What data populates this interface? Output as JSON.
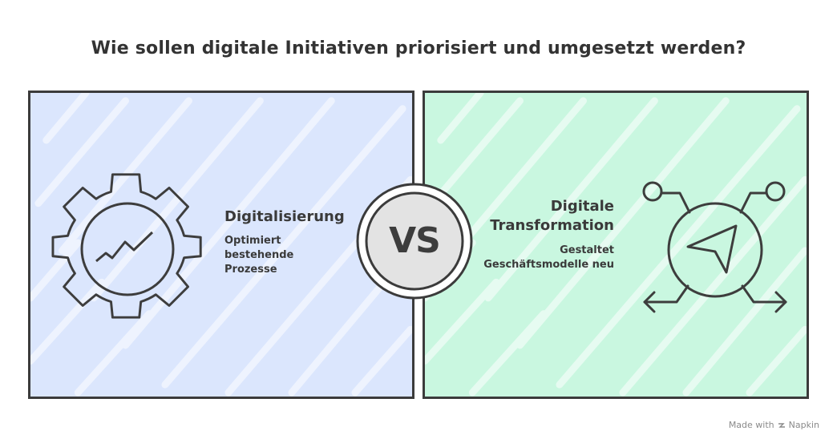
{
  "title": "Wie sollen digitale Initiativen priorisiert und umgesetzt werden?",
  "left": {
    "heading": "Digitalisierung",
    "description": "Optimiert bestehende Prozesse",
    "icon": "gear-chart-icon",
    "color": "#dbe6fd"
  },
  "right": {
    "heading": "Digitale Transformation",
    "description": "Gestaltet Geschäftsmodelle neu",
    "icon": "navigation-arrow-icon",
    "color": "#c9f7e0"
  },
  "vs": "VS",
  "footer": {
    "made_with": "Made with",
    "brand": "Napkin"
  }
}
